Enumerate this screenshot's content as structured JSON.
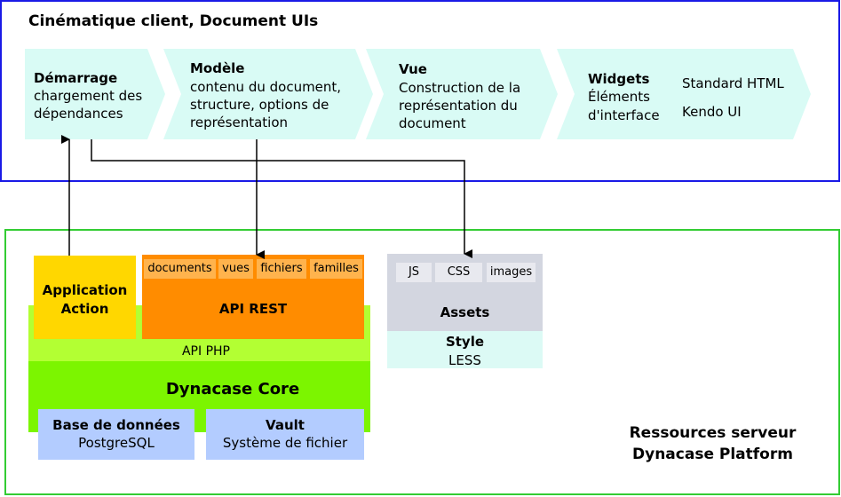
{
  "client": {
    "title": "Cinématique client, Document UIs",
    "steps": {
      "demarrage": {
        "title": "Démarrage",
        "lines": [
          "chargement des",
          "dépendances"
        ]
      },
      "modele": {
        "title": "Modèle",
        "lines": [
          "contenu du document,",
          "structure, options de",
          "représentation"
        ]
      },
      "vue": {
        "title": "Vue",
        "lines": [
          "Construction de la",
          "représentation du",
          "document"
        ]
      },
      "widgets": {
        "title": "Widgets",
        "lines": [
          "Éléments",
          "d'interface"
        ],
        "extras": [
          "Standard HTML",
          "Kendo UI"
        ]
      }
    }
  },
  "server": {
    "title_lines": [
      "Ressources serveur",
      "Dynacase Platform"
    ],
    "application_action": [
      "Application",
      "Action"
    ],
    "api_rest": {
      "label": "API REST",
      "tags": [
        "documents",
        "vues",
        "fichiers",
        "familles"
      ]
    },
    "api_php": "API PHP",
    "core": "Dynacase Core",
    "database": {
      "title": "Base de données",
      "subtitle": "PostgreSQL"
    },
    "vault": {
      "title": "Vault",
      "subtitle": "Système de fichier"
    },
    "assets": {
      "label": "Assets",
      "tags": [
        "JS",
        "CSS",
        "images"
      ]
    },
    "style": {
      "title": "Style",
      "subtitle": "LESS"
    }
  },
  "colors": {
    "client_border": "#1a1ae6",
    "server_border": "#33cc33",
    "chevron_fill": "#d9fbf5",
    "app_action": "#ffd700",
    "api_rest": "#ff8c00",
    "api_rest_tag": "#ffb34d",
    "api_php": "#b3ff33",
    "core": "#7cf500",
    "db_vault": "#b3ccff",
    "assets": "#d3d6e0",
    "assets_tag": "#e8e9ef",
    "style": "#dcfaf5"
  }
}
